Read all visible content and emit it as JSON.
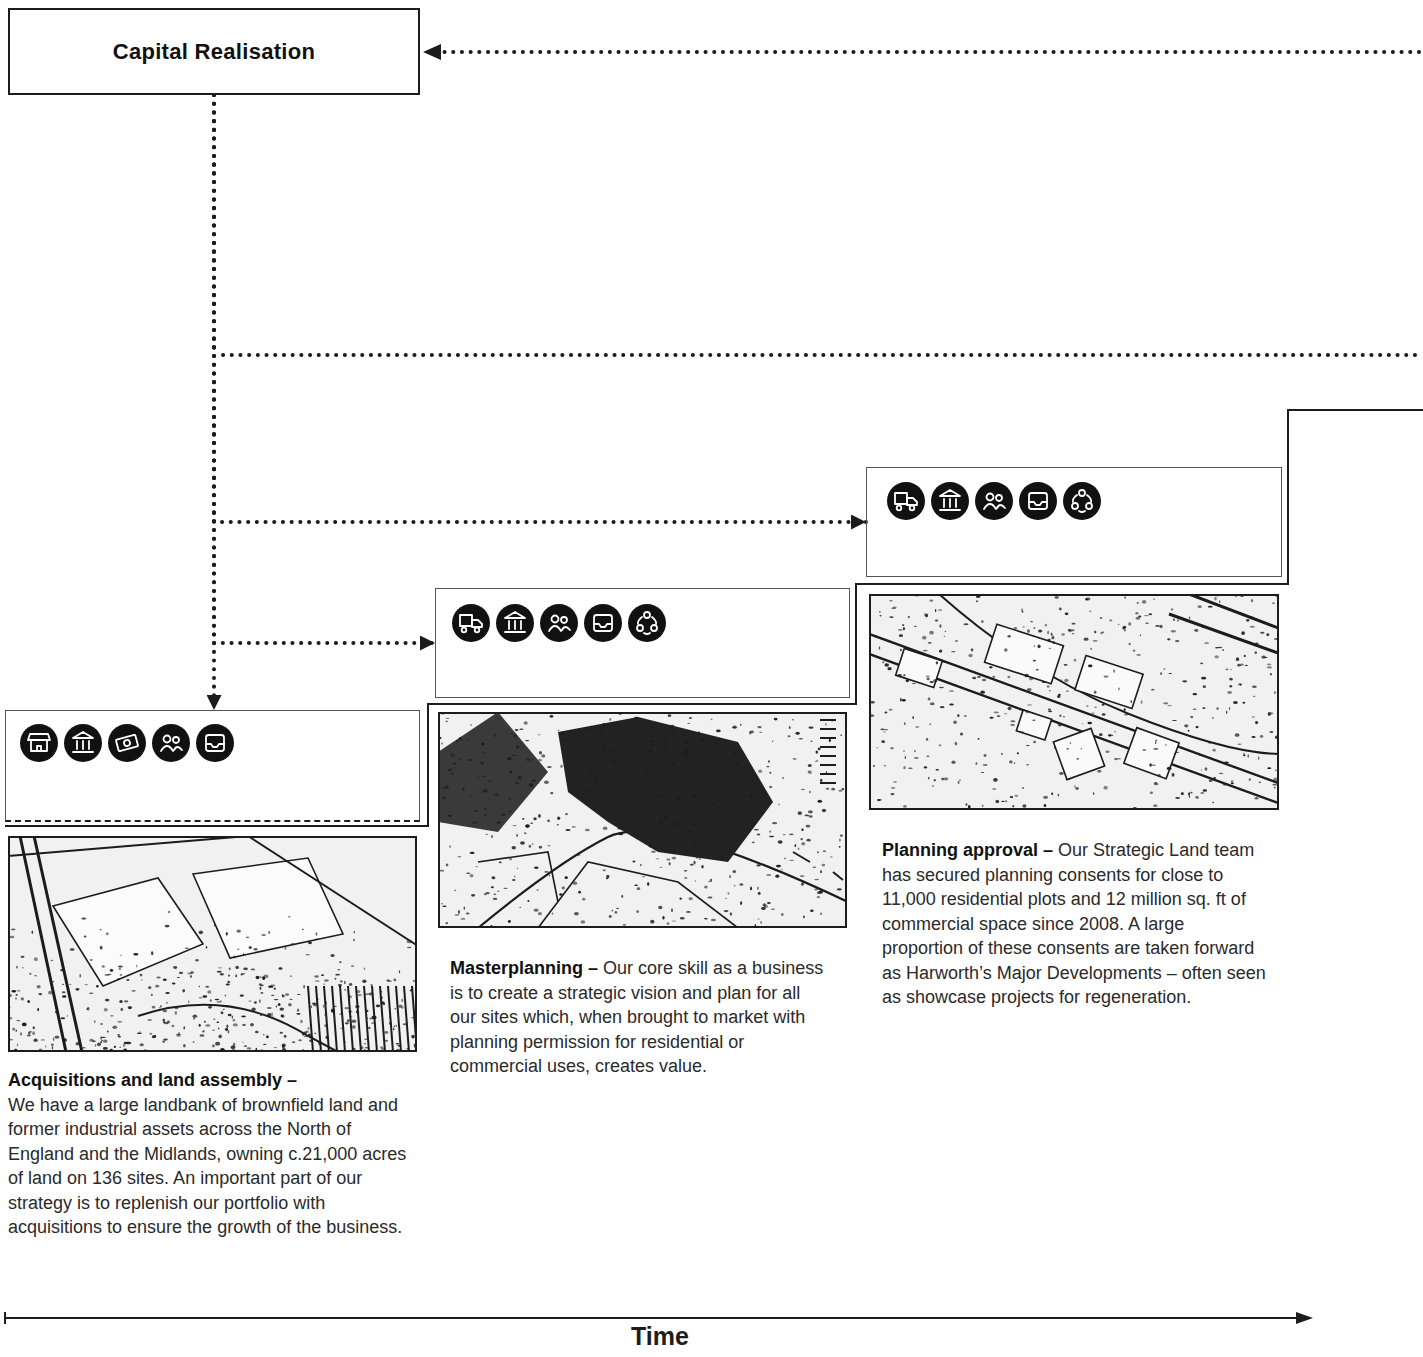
{
  "diagram": {
    "nodes": [
      {
        "text": [
          "Capital Realisation"
        ]
      },
      {
        "text": [
          "Acquisitions and land assembly –",
          "We have a large landbank of brownfield land and former industrial assets across the North of England and the Midlands, owning c.21,000 acres of land on 136 sites. An important part of our strategy is to replenish our portfolio with acquisitions to ensure the growth of the business."
        ]
      },
      {
        "text": [
          "Masterplanning –",
          "Our core skill as a business is to create a strategic vision and plan for all our sites which, when brought to market with planning permission for residential or commercial uses, creates value."
        ]
      },
      {
        "text": [
          "Planning approval –",
          "Our Strategic Land team has secured planning consents for close to 11,000 residential plots and 12 million sq. ft of commercial space since 2008. A large proportion of these consents are taken forward as Harworth’s Major Developments – often seen as showcase projects for regeneration."
        ]
      }
    ],
    "edges": [
      {
        "from": 0,
        "to": 1,
        "arrow": "to"
      },
      {
        "from": 0,
        "to": 2,
        "arrow": "to"
      },
      {
        "from": 0,
        "to": 3,
        "arrow": "to"
      }
    ],
    "labels": [
      "Time"
    ]
  }
}
